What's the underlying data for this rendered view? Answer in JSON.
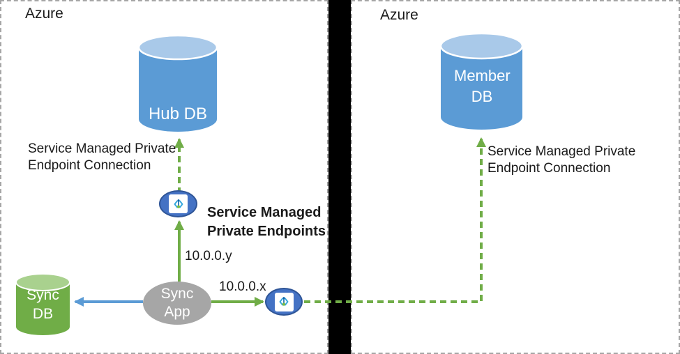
{
  "regions": {
    "left": {
      "title": "Azure",
      "hub_db_label": "Hub DB",
      "sync_db_label": "Sync DB",
      "sync_app_label": "Sync App",
      "connection_label": "Service Managed Private Endpoint Connection",
      "endpoints_title": "Service Managed Private Endpoints",
      "ip_label_y": "10.0.0.y",
      "ip_label_x": "10.0.0.x"
    },
    "right": {
      "title": "Azure",
      "member_db_label": "Member DB",
      "connection_label": "Service Managed Private Endpoint Connection"
    }
  },
  "icons": {
    "private_endpoint": "private-endpoint-icon"
  },
  "colors": {
    "db_blue_body": "#5b9bd5",
    "db_blue_top": "#a9c9e9",
    "db_green_body": "#70ad47",
    "db_green_top": "#a9d18e",
    "app_gray": "#a6a6a6",
    "endpoint_fill": "#4472c4",
    "endpoint_border": "#2f5597",
    "arrow_green": "#70ad47",
    "arrow_blue": "#5b9bd5",
    "divider_black": "#000000",
    "border_gray": "#a6a6a6"
  }
}
